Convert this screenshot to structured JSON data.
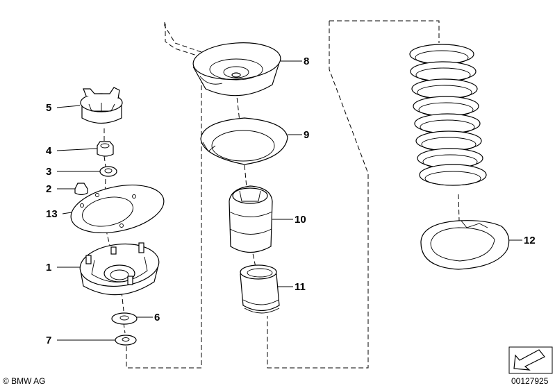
{
  "callouts": {
    "c1": "1",
    "c2": "2",
    "c3": "3",
    "c4": "4",
    "c5": "5",
    "c6": "6",
    "c7": "7",
    "c8": "8",
    "c9": "9",
    "c10": "10",
    "c11": "11",
    "c12": "12",
    "c13": "13"
  },
  "footer": {
    "copyright": "© BMW AG",
    "diagram_number": "00127925"
  }
}
